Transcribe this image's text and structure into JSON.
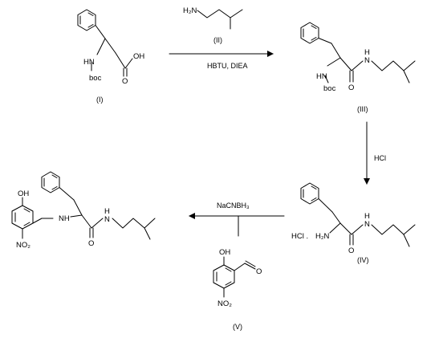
{
  "compounds": {
    "I": {
      "label": "(I)",
      "atoms": {
        "nh": "HN",
        "boc": "boc",
        "oh": "OH",
        "o": "O"
      }
    },
    "II": {
      "label": "(II)",
      "atoms": {
        "h2n": "H₂N"
      }
    },
    "III": {
      "label": "(III)",
      "atoms": {
        "hn": "HN",
        "boc": "boc",
        "nh": "N",
        "h": "H",
        "o": "O"
      }
    },
    "IV": {
      "label": "(IV)",
      "salt": "HCl .",
      "atoms": {
        "h2n": "H₂N",
        "nh": "N",
        "h": "H",
        "o": "O"
      }
    },
    "V": {
      "label": "(V)",
      "atoms": {
        "oh": "OH",
        "o": "O",
        "no2": "NO₂"
      }
    },
    "product": {
      "atoms": {
        "oh": "OH",
        "nh_amine": "NH",
        "nh_amide": "N",
        "h": "H",
        "o": "O",
        "no2": "NO₂"
      }
    }
  },
  "arrows": {
    "step1": {
      "reagent_above": "(II)",
      "reagent_below": "HBTU, DIEA"
    },
    "step2": {
      "reagent": "HCl"
    },
    "step3": {
      "reagent": "NaCNBH₃"
    }
  }
}
